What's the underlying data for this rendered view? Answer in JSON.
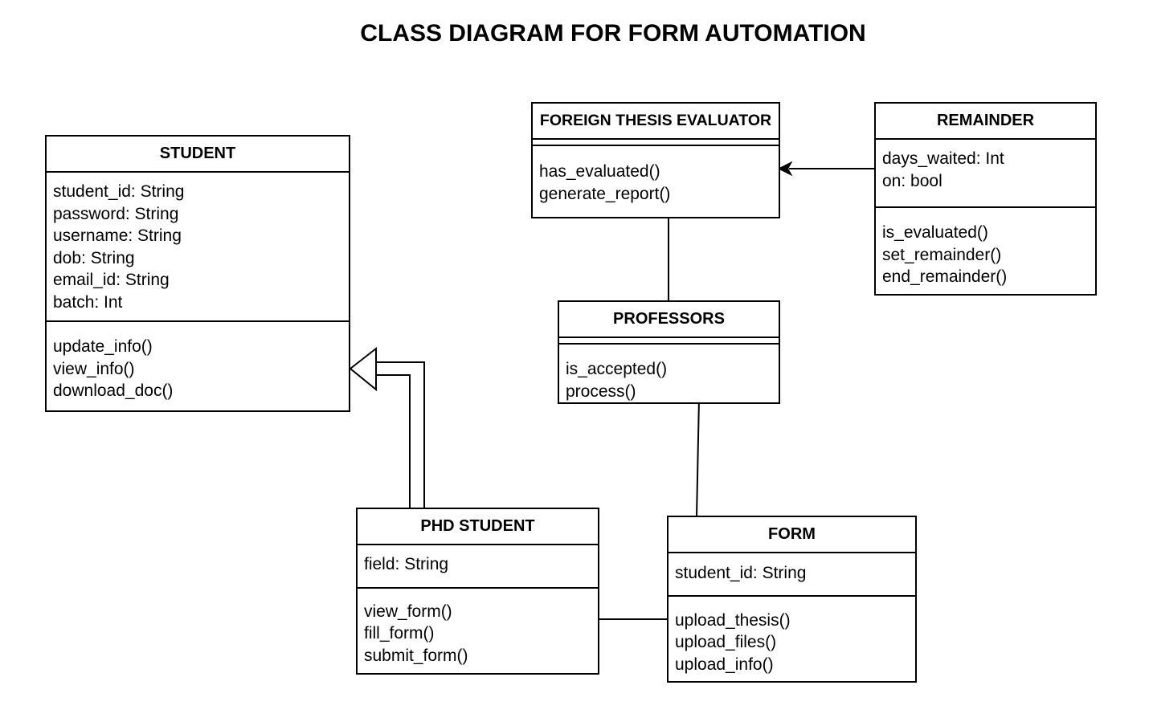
{
  "title": "CLASS DIAGRAM FOR FORM AUTOMATION",
  "classes": {
    "student": {
      "name": "STUDENT",
      "attributes": [
        "student_id: String",
        "password: String",
        "username: String",
        "dob: String",
        "email_id: String",
        "batch: Int"
      ],
      "methods": [
        "update_info()",
        "view_info()",
        "download_doc()"
      ]
    },
    "foreign_thesis_evaluator": {
      "name": "FOREIGN THESIS EVALUATOR",
      "attributes": [],
      "methods": [
        "has_evaluated()",
        "generate_report()"
      ]
    },
    "remainder": {
      "name": "REMAINDER",
      "attributes": [
        "days_waited: Int",
        "on: bool"
      ],
      "methods": [
        "is_evaluated()",
        "set_remainder()",
        "end_remainder()"
      ]
    },
    "professors": {
      "name": "PROFESSORS",
      "attributes": [],
      "methods": [
        "is_accepted()",
        "process()"
      ]
    },
    "phd_student": {
      "name": "PHD STUDENT",
      "attributes": [
        "field: String"
      ],
      "methods": [
        "view_form()",
        "fill_form()",
        "submit_form()"
      ]
    },
    "form": {
      "name": "FORM",
      "attributes": [
        "student_id: String"
      ],
      "methods": [
        "upload_thesis()",
        "upload_files()",
        "upload_info()"
      ]
    }
  }
}
